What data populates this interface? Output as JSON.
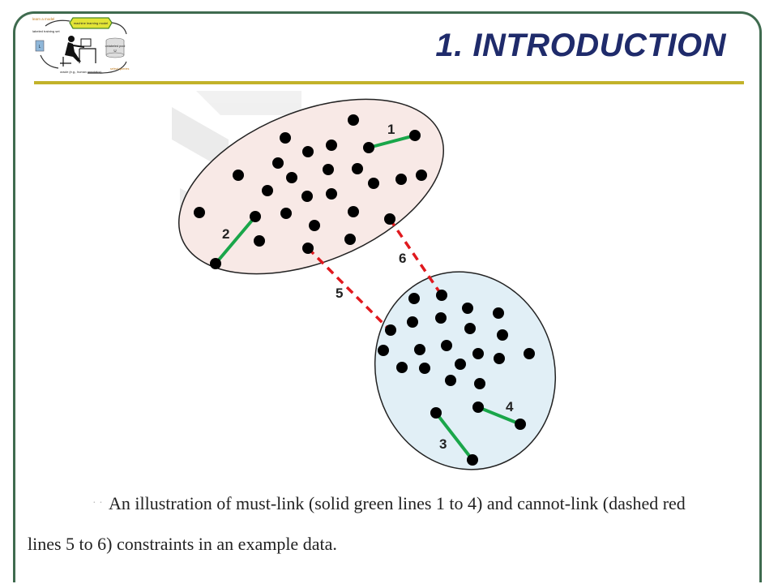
{
  "slide": {
    "title": "1. INTRODUCTION"
  },
  "logo": {
    "top_label": "learn a model",
    "model_box": "machine learning model",
    "left_label": "labeled training set",
    "left_var": "L",
    "right_label": "unlabeled pool",
    "right_var": "U",
    "bottom_label": "oracle (e.g., human annotator)",
    "bottom_right_label": "select queries"
  },
  "figure": {
    "labels": [
      "1",
      "2",
      "3",
      "4",
      "5",
      "6"
    ],
    "colors": {
      "cluster_a_fill": "#f8e9e6",
      "cluster_b_fill": "#e1eff6",
      "must_link": "#1aa64a",
      "cannot_link": "#e0191e",
      "point": "#000000"
    }
  },
  "caption": {
    "line1": "An illustration of must-link (solid green lines 1 to 4) and cannot-link (dashed red",
    "line2": "lines 5 to 6) constraints in an example data."
  }
}
